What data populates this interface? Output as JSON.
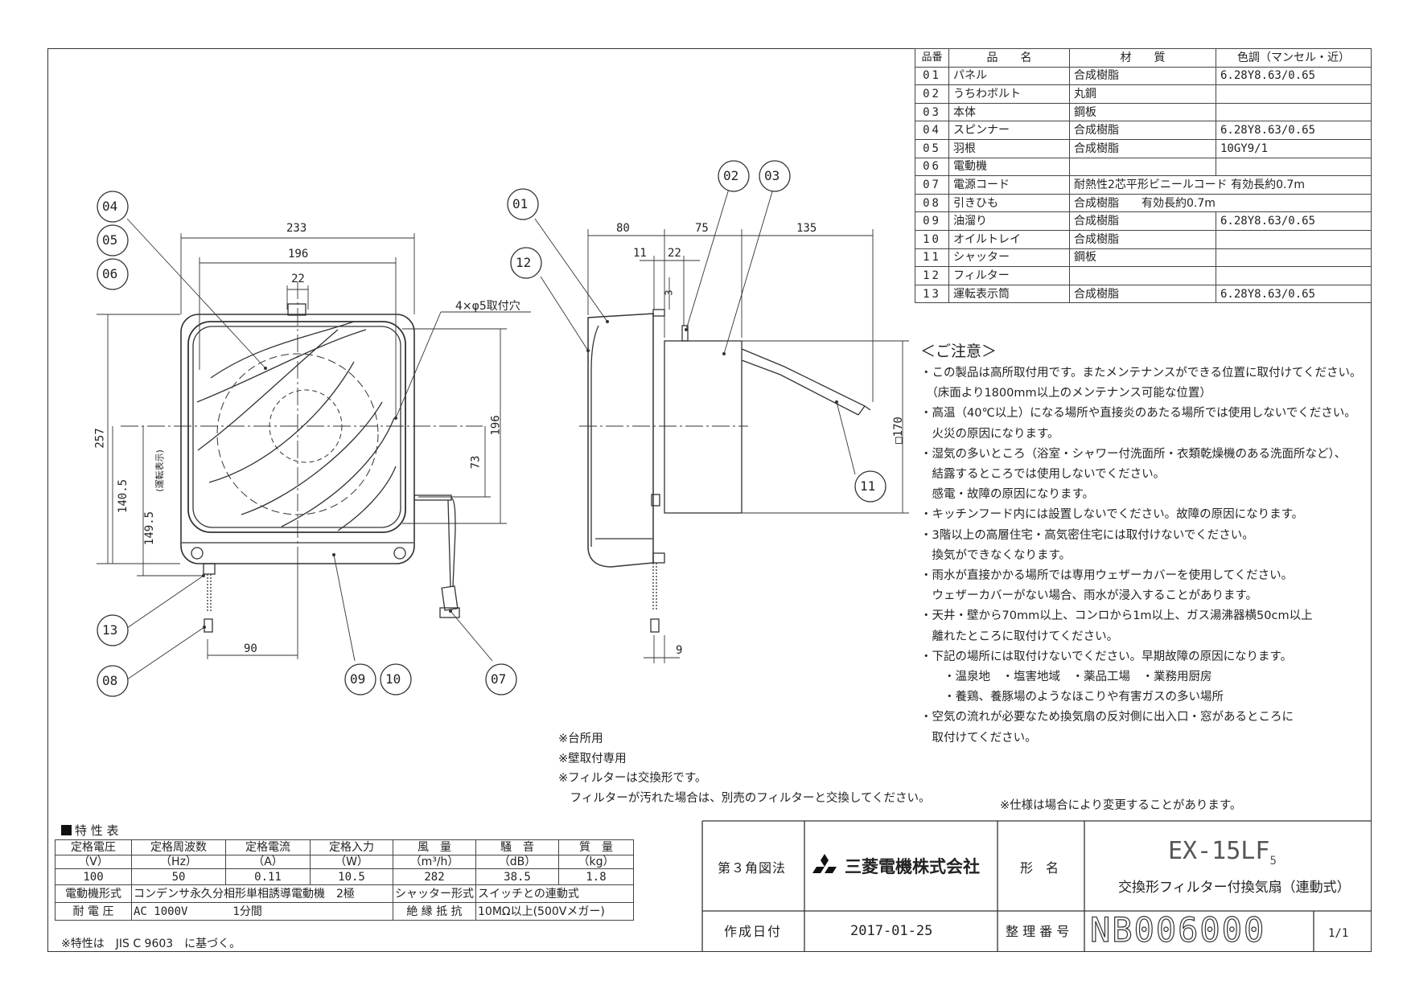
{
  "parts_table": {
    "headers": [
      "品番",
      "品　　名",
      "材　　質",
      "色調（マンセル・近）"
    ],
    "rows": [
      {
        "no": "01",
        "name": "パネル",
        "material": "合成樹脂",
        "color": "6.28Y8.63/0.65"
      },
      {
        "no": "02",
        "name": "うちわボルト",
        "material": "丸鋼",
        "color": ""
      },
      {
        "no": "03",
        "name": "本体",
        "material": "鋼板",
        "color": ""
      },
      {
        "no": "04",
        "name": "スピンナー",
        "material": "合成樹脂",
        "color": "6.28Y8.63/0.65"
      },
      {
        "no": "05",
        "name": "羽根",
        "material": "合成樹脂",
        "color": "10GY9/1"
      },
      {
        "no": "06",
        "name": "電動機",
        "material": "",
        "color": ""
      },
      {
        "no": "07",
        "name": "電源コード",
        "material": "耐熱性2芯平形ビニールコード 有効長約0.7m",
        "color": ""
      },
      {
        "no": "08",
        "name": "引きひも",
        "material": "合成樹脂　　有効長約0.7m",
        "color": ""
      },
      {
        "no": "09",
        "name": "油溜り",
        "material": "合成樹脂",
        "color": "6.28Y8.63/0.65"
      },
      {
        "no": "10",
        "name": "オイルトレイ",
        "material": "合成樹脂",
        "color": ""
      },
      {
        "no": "11",
        "name": "シャッター",
        "material": "鋼板",
        "color": ""
      },
      {
        "no": "12",
        "name": "フィルター",
        "material": "",
        "color": ""
      },
      {
        "no": "13",
        "name": "運転表示筒",
        "material": "合成樹脂",
        "color": "6.28Y8.63/0.65"
      }
    ]
  },
  "caution": {
    "heading": "＜ご注意＞",
    "lines": [
      "・この製品は高所取付用です。またメンテナンスができる位置に取付けてください。",
      "　（床面より1800mm以上のメンテナンス可能な位置）",
      "・高温（40℃以上）になる場所や直接炎のあたる場所では使用しないでください。",
      "　火災の原因になります。",
      "・湿気の多いところ（浴室・シャワー付洗面所・衣類乾燥機のある洗面所など）、",
      "　結露するところでは使用しないでください。",
      "　感電・故障の原因になります。",
      "・キッチンフード内には設置しないでください。故障の原因になります。",
      "・3階以上の高層住宅・高気密住宅には取付けないでください。",
      "　換気ができなくなります。",
      "・雨水が直接かかる場所では専用ウェザーカバーを使用してください。",
      "　ウェザーカバーがない場合、雨水が浸入することがあります。",
      "・天井・壁から70mm以上、コンロから1m以上、ガス湯沸器横50cm以上",
      "　離れたところに取付けてください。",
      "・下記の場所には取付けないでください。早期故障の原因になります。",
      "　　・温泉地　・塩害地域　・薬品工場　・業務用厨房",
      "　　・養鶏、養豚場のようなほこりや有害ガスの多い場所",
      "・空気の流れが必要なため換気扇の反対側に出入口・窓があるところに",
      "　取付けてください。"
    ]
  },
  "memo": [
    "※台所用",
    "※壁取付専用",
    "※フィルターは交換形です。",
    "　フィルターが汚れた場合は、別売のフィルターと交換してください。"
  ],
  "spec_change_note": "※仕様は場合により変更することがあります。",
  "spec_table": {
    "title": "特 性 表",
    "headers": [
      "定格電圧",
      "定格周波数",
      "定格電流",
      "定格入力",
      "風　量",
      "騒　音",
      "質　量"
    ],
    "units": [
      "（V）",
      "（Hz）",
      "（A）",
      "（W）",
      "（m³/h）",
      "（dB）",
      "（kg）"
    ],
    "values": [
      "100",
      "50",
      "0.11",
      "10.5",
      "282",
      "38.5",
      "1.8"
    ],
    "motor_label": "電動機形式",
    "motor_value": "コンデンサ永久分相形単相誘導電動機　2極",
    "shutter_label": "シャッター形式",
    "shutter_value": "スイッチとの連動式",
    "withstand_label": "耐 電 圧",
    "withstand_value": "AC 1000V　　　　1分間",
    "insulation_label": "絶 縁 抵 抗",
    "insulation_value": "10MΩ以上(500Vメガー)",
    "footnote": "※特性は　JIS C 9603　に基づく。"
  },
  "title_block": {
    "projection": "第３角図法",
    "company": "三菱電機株式会社",
    "model_label": "形　名",
    "model": "EX-15LF",
    "model_suffix": "5",
    "product_name": "交換形フィルター付換気扇（連動式）",
    "date_label": "作成日付",
    "date": "2017-01-25",
    "number_label": "整 理 番 号",
    "number": "NB006000",
    "sheet": "1/1"
  },
  "front_view": {
    "dims": {
      "w233": "233",
      "w196": "196",
      "w22": "22",
      "h257": "257",
      "h196": "196",
      "h1405": "140.5",
      "h1495": "149.5",
      "h1495_note": "(運転表示)",
      "h73": "73",
      "w90": "90"
    },
    "hole_note": "4×φ5取付穴",
    "balloons": [
      "04",
      "05",
      "06",
      "13",
      "08",
      "09",
      "10",
      "07"
    ]
  },
  "side_view": {
    "dims": {
      "d80": "80",
      "d75": "75",
      "d135": "135",
      "d11": "11",
      "d22": "22",
      "d3": "3",
      "d9": "9",
      "sq170": "□170"
    },
    "balloons": [
      "01",
      "12",
      "02",
      "03",
      "11"
    ]
  }
}
